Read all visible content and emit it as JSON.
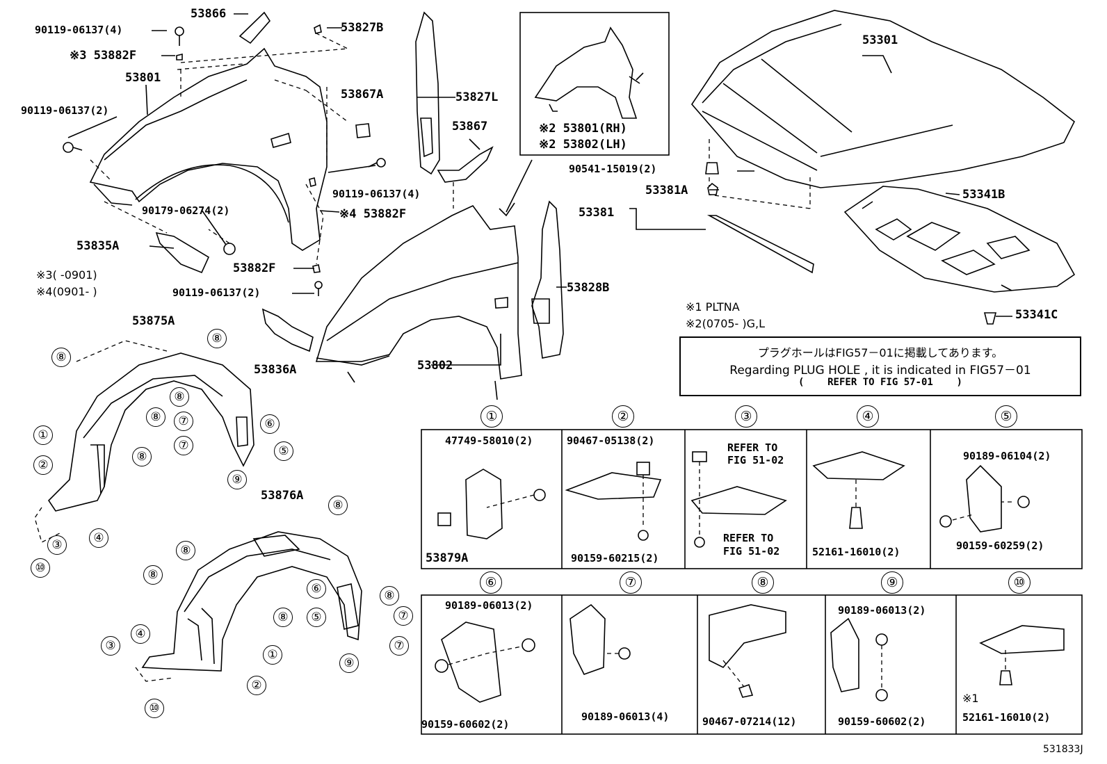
{
  "fender": {
    "p53866": "53866",
    "p53827B": "53827B",
    "p53801": "53801",
    "p53867A": "53867A",
    "p53827L": "53827L",
    "p53867": "53867",
    "p53802": "53802",
    "p53828B": "53828B",
    "p53835A": "53835A",
    "p53836A": "53836A",
    "p53882F_a": "※3 53882F",
    "p53882F_b": "※4 53882F",
    "p53882F_c": "53882F",
    "b1": "90119-06137(4)",
    "b2": "90119-06137(2)",
    "b3": "90119-06137(4)",
    "b4": "90119-06137(2)",
    "b5": "90179-06274(2)",
    "note3": "※3(      -0901)",
    "note4": "※4(0901-      )"
  },
  "inset": {
    "rh": "※2 53801(RH)",
    "lh": "※2 53802(LH)"
  },
  "hood": {
    "p53301": "53301",
    "p90541": "90541-15019(2)",
    "p53381A": "53381A",
    "p53381": "53381",
    "p53341B": "53341B",
    "p53341C": "53341C",
    "n1": "※1 PLTNA",
    "n2": "※2(0705-      )G,L"
  },
  "plug": {
    "line1": "プラグホールはFIG57－01に掲載してあります。",
    "line2": "Regarding PLUG HOLE , it is indicated in FIG57－01",
    "line3": "(    REFER TO FIG 57-01    )"
  },
  "liner": {
    "p53875A": "53875A",
    "p53876A": "53876A"
  },
  "cells": [
    {
      "num": "①",
      "a": "47749-58010(2)",
      "b": "53879A"
    },
    {
      "num": "②",
      "a": "90467-05138(2)",
      "b": "90159-60215(2)"
    },
    {
      "num": "③",
      "a": "REFER TO",
      "a2": "FIG 51-02",
      "b": "REFER TO",
      "b2": "FIG 51-02"
    },
    {
      "num": "④",
      "a": "52161-16010(2)"
    },
    {
      "num": "⑤",
      "a": "90189-06104(2)",
      "b": "90159-60259(2)"
    },
    {
      "num": "⑥",
      "a": "90189-06013(2)",
      "b": "90159-60602(2)"
    },
    {
      "num": "⑦",
      "a": "90189-06013(4)"
    },
    {
      "num": "⑧",
      "a": "90467-07214(12)"
    },
    {
      "num": "⑨",
      "a": "90189-06013(2)",
      "b": "90159-60602(2)"
    },
    {
      "num": "⑩",
      "a": "※1",
      "b": "52161-16010(2)"
    }
  ],
  "callouts": [
    "①",
    "②",
    "③",
    "④",
    "⑤",
    "⑥",
    "⑦",
    "⑧",
    "⑨",
    "⑩"
  ],
  "figure_id": "531833J"
}
